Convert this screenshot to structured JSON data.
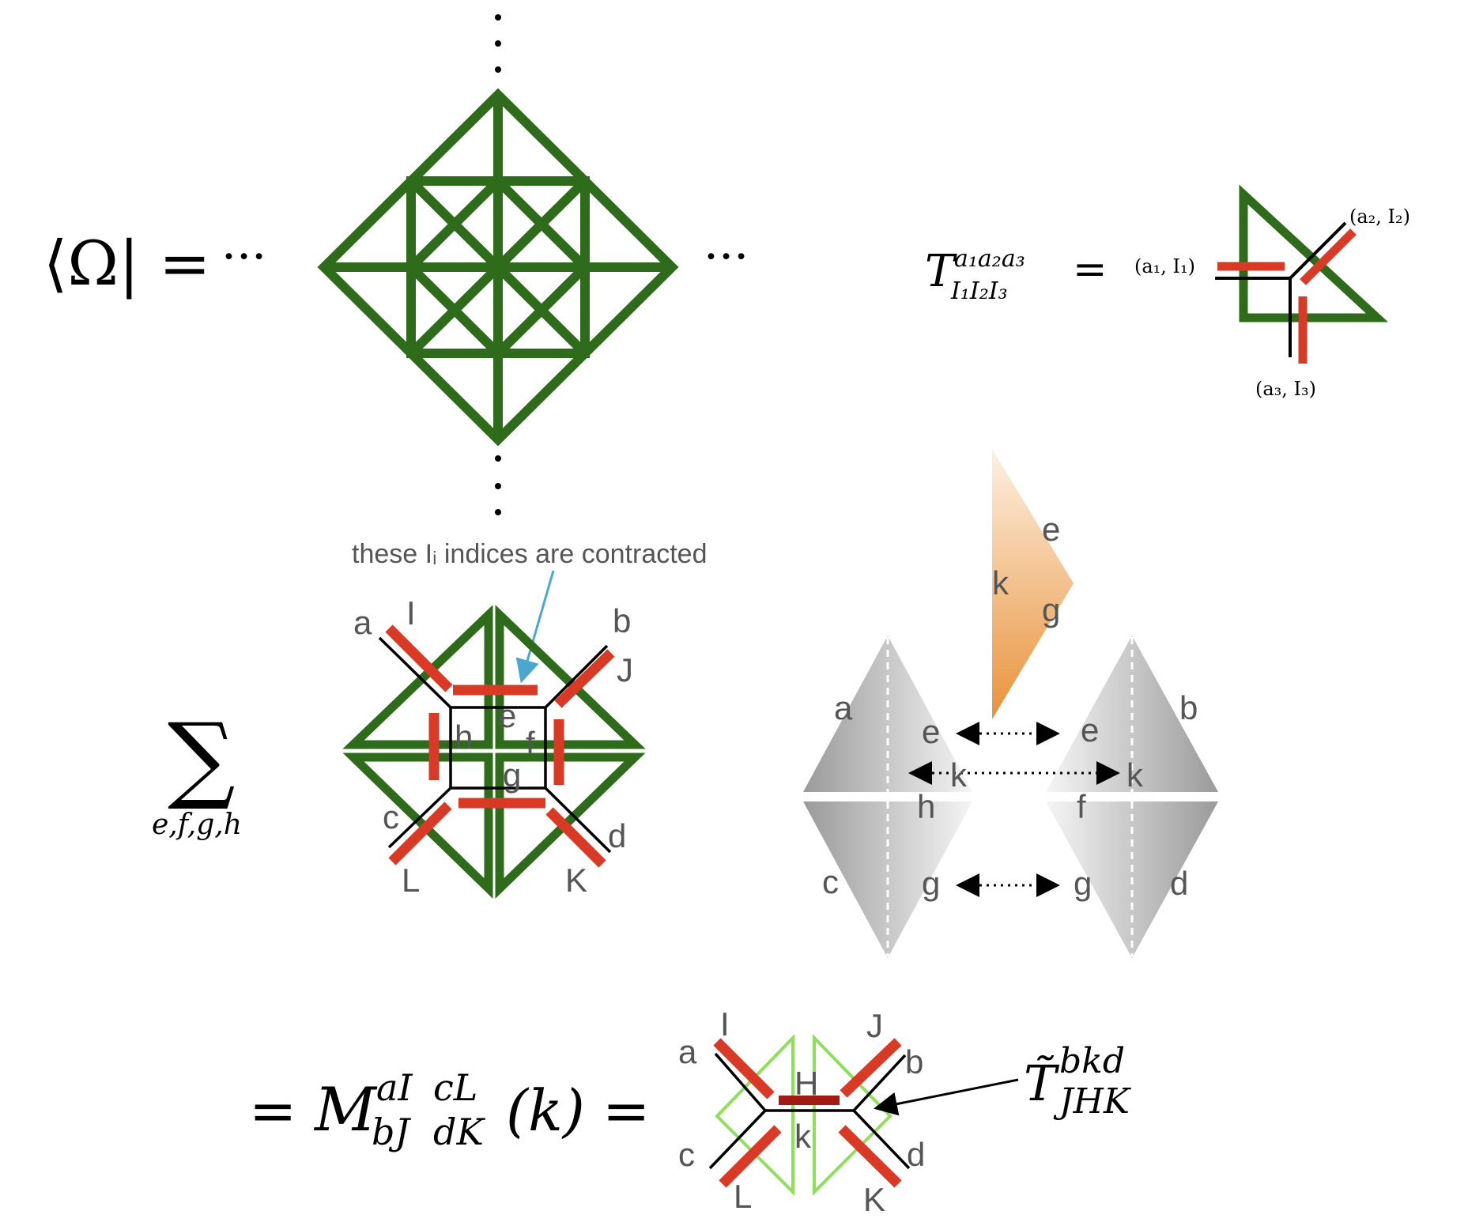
{
  "colors": {
    "dark_green": "#2e6b1a",
    "light_green": "#8ee05a",
    "red": "#d93a26",
    "dark_red": "#a01c12",
    "black": "#000000",
    "label_gray": "#555555",
    "arrow_blue": "#4aa7cf",
    "orange_dark": "#e8923a",
    "orange_light": "#fbe5cf",
    "gray_dark": "#9a9a9a",
    "gray_light": "#f2f2f2"
  },
  "top_left": {
    "lhs": "⟨Ω| =",
    "dots_left": "···",
    "dots_right": "···"
  },
  "tensor_def": {
    "symbol": "T",
    "superscript": "a₁a₂a₃",
    "subscript": "I₁I₂I₃",
    "equals": "=",
    "leg1": "(a₁, I₁)",
    "leg2": "(a₂, I₂)",
    "leg3": "(a₃, I₃)"
  },
  "contraction": {
    "sum_symbol": "∑",
    "sum_indices": "e,f,g,h",
    "note": "these Iᵢ indices are contracted",
    "labels": {
      "a": "a",
      "I": "I",
      "b": "b",
      "J": "J",
      "c": "c",
      "L": "L",
      "d": "d",
      "K": "K",
      "e": "e",
      "f": "f",
      "g": "g",
      "h": "h"
    }
  },
  "gray_diagram": {
    "orange": {
      "e": "e",
      "k": "k",
      "g": "g"
    },
    "left": {
      "a": "a",
      "e": "e",
      "k": "k",
      "h": "h",
      "c": "c",
      "g": "g"
    },
    "right": {
      "b": "b",
      "e": "e",
      "k": "k",
      "f": "f",
      "g": "g",
      "d": "d"
    }
  },
  "bottom": {
    "eq_prefix": "=",
    "M": "M",
    "M_sup1": "aI",
    "M_sub1": "bJ",
    "M_sup2": "cL",
    "M_sub2": "dK",
    "M_arg": "(k)",
    "eq_suffix": "=",
    "labels": {
      "I": "I",
      "a": "a",
      "J": "J",
      "b": "b",
      "c": "c",
      "L": "L",
      "d": "d",
      "K": "K",
      "H": "H",
      "k": "k"
    },
    "tilde_T": "T̃",
    "tilde_T_sup": "bkd",
    "tilde_T_sub": "JHK"
  }
}
